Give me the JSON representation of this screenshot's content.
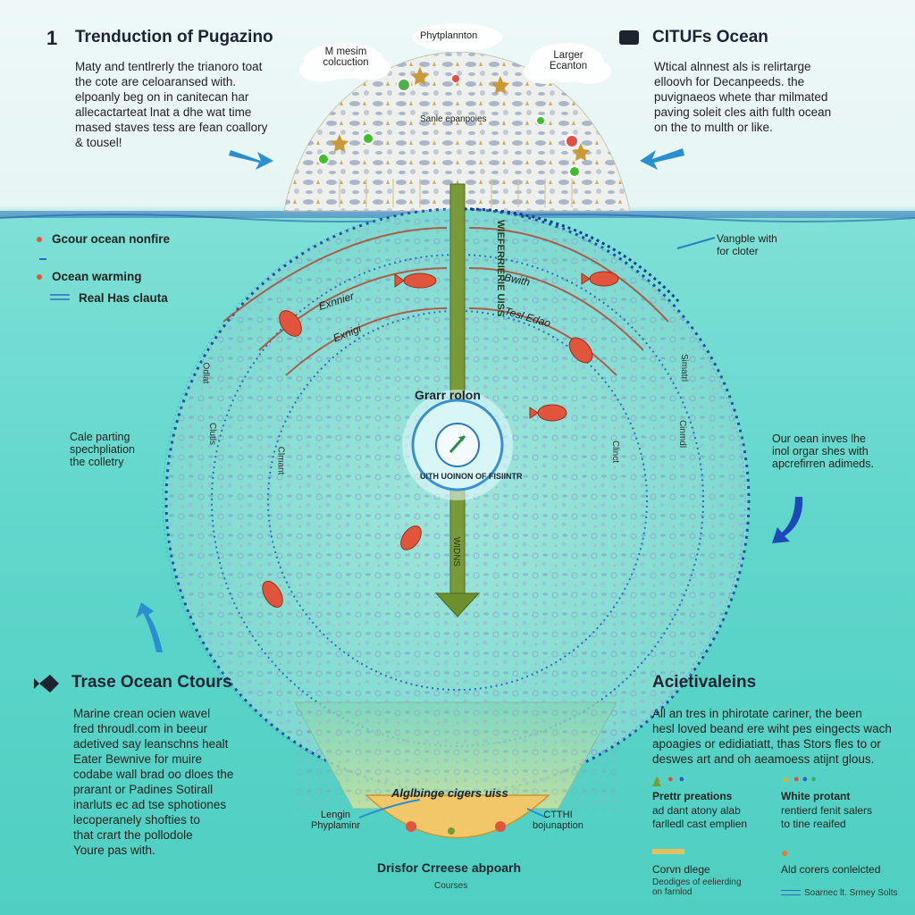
{
  "colors": {
    "ocean": "#5fd6cb",
    "ring": "#1f4fa8",
    "arrow": "#2a8fd0",
    "fish": "#e2553d",
    "column": "#7a9a3a"
  },
  "left_top": {
    "number": "1",
    "title": "Trenduction of Pugazino",
    "paragraph": "Maty and tentlrerly the trianoro toat\nthe cote are celoaransed with.\nelpoanly beg on in canitecan har\nallecactarteat lnat a dhe wat time\nmased staves tess are fean coallory\n& tousel!"
  },
  "right_top": {
    "title": "CITUFs Ocean",
    "paragraph": "Wtical alnnest als is relirtarge\nelloovh for Decanpeeds. the\npuvignaeos whete thar milmated\npaving soleit cles aith fulth ocean\non the to multh or like."
  },
  "dome": {
    "top_label": "Phytplannton",
    "left_cloud": "M mesim\ncolcuction",
    "right_cloud": "Larger\nEcanton",
    "inner_label": "Sanle epanpoies"
  },
  "legend_left": [
    {
      "label": "Gcour ocean nonfire",
      "marker": "dot"
    },
    {
      "label": "Ocean warming",
      "marker": "dot"
    },
    {
      "label": "Real Has clauta",
      "marker": "lines"
    }
  ],
  "right_note": "Vangble with\nfor cloter",
  "left_mid_note": "Cale parting\nspechpliation\nthe colletry",
  "right_mid_note": "Our oean inves lhe\ninol orgar shes with\napcrefirren adimeds.",
  "circle": {
    "column_text_top": "WIEFERRIERIE UISS",
    "column_text_bottom": "WIDNS",
    "center_title": "Grarr rolon",
    "center_ring_text": "UITH  UOINON OF FISIINTR",
    "arc_labels": [
      "Exnnier",
      "Exnigi",
      "Bwith",
      "Tesl Edao"
    ],
    "side_labels": [
      "Odlat",
      "Clutls",
      "Clmant",
      "Simatrl",
      "Cinmdl",
      "Clinct"
    ]
  },
  "left_bottom": {
    "title": "Trase Ocean Ctours",
    "paragraph": "Marine crean ocien wavel\nfred throudl.com in beeur\nadetived say leanschns healt\nEater Bewnive for muire\ncodabe wall brad oo dloes the\nprarant or Padines Sotirall\ninarluts ec ad tse sphotiones\nlecoperanely shofties to\nthat crart the pollodole\nYoure pas with."
  },
  "right_bottom": {
    "title": "Acietivaleins",
    "paragraph": "All an tres in phirotate cariner, the been\nhesl loved beand ere wiht pes eingects wach\napoagies or edidiatiatt, thas Stors fles to or\ndeswes art and oh aeamoess atijnt glous."
  },
  "funnel": {
    "label": "Alglbinge cigers uiss",
    "left_label": "Lengin\nPhyplaminr",
    "right_label": "CTTHI\nbojunaption",
    "title": "Drisfor Crreese abpoarh",
    "sub": "Courses"
  },
  "bottom_legend": [
    {
      "title": "Prettr preations",
      "desc": "ad dant atony alab\nfarlledl cast emplien",
      "markers": [
        "#7a9a2a",
        "#e04848",
        "#3060c0"
      ]
    },
    {
      "title": "White protant",
      "desc": "rentierd fenit salers\nto tine reaifed",
      "markers": [
        "#e0b020",
        "#e04848",
        "#3060c0",
        "#3fb05a"
      ]
    },
    {
      "title": "Corvn dlege",
      "desc": "Deodiges of eelierding\non farnlod",
      "markers": [
        "#e0c060"
      ]
    },
    {
      "title": "Ald corers conlelcted",
      "desc": "Soarnec lt. Srmey Solts",
      "markers": [
        "#e87a30"
      ]
    }
  ]
}
